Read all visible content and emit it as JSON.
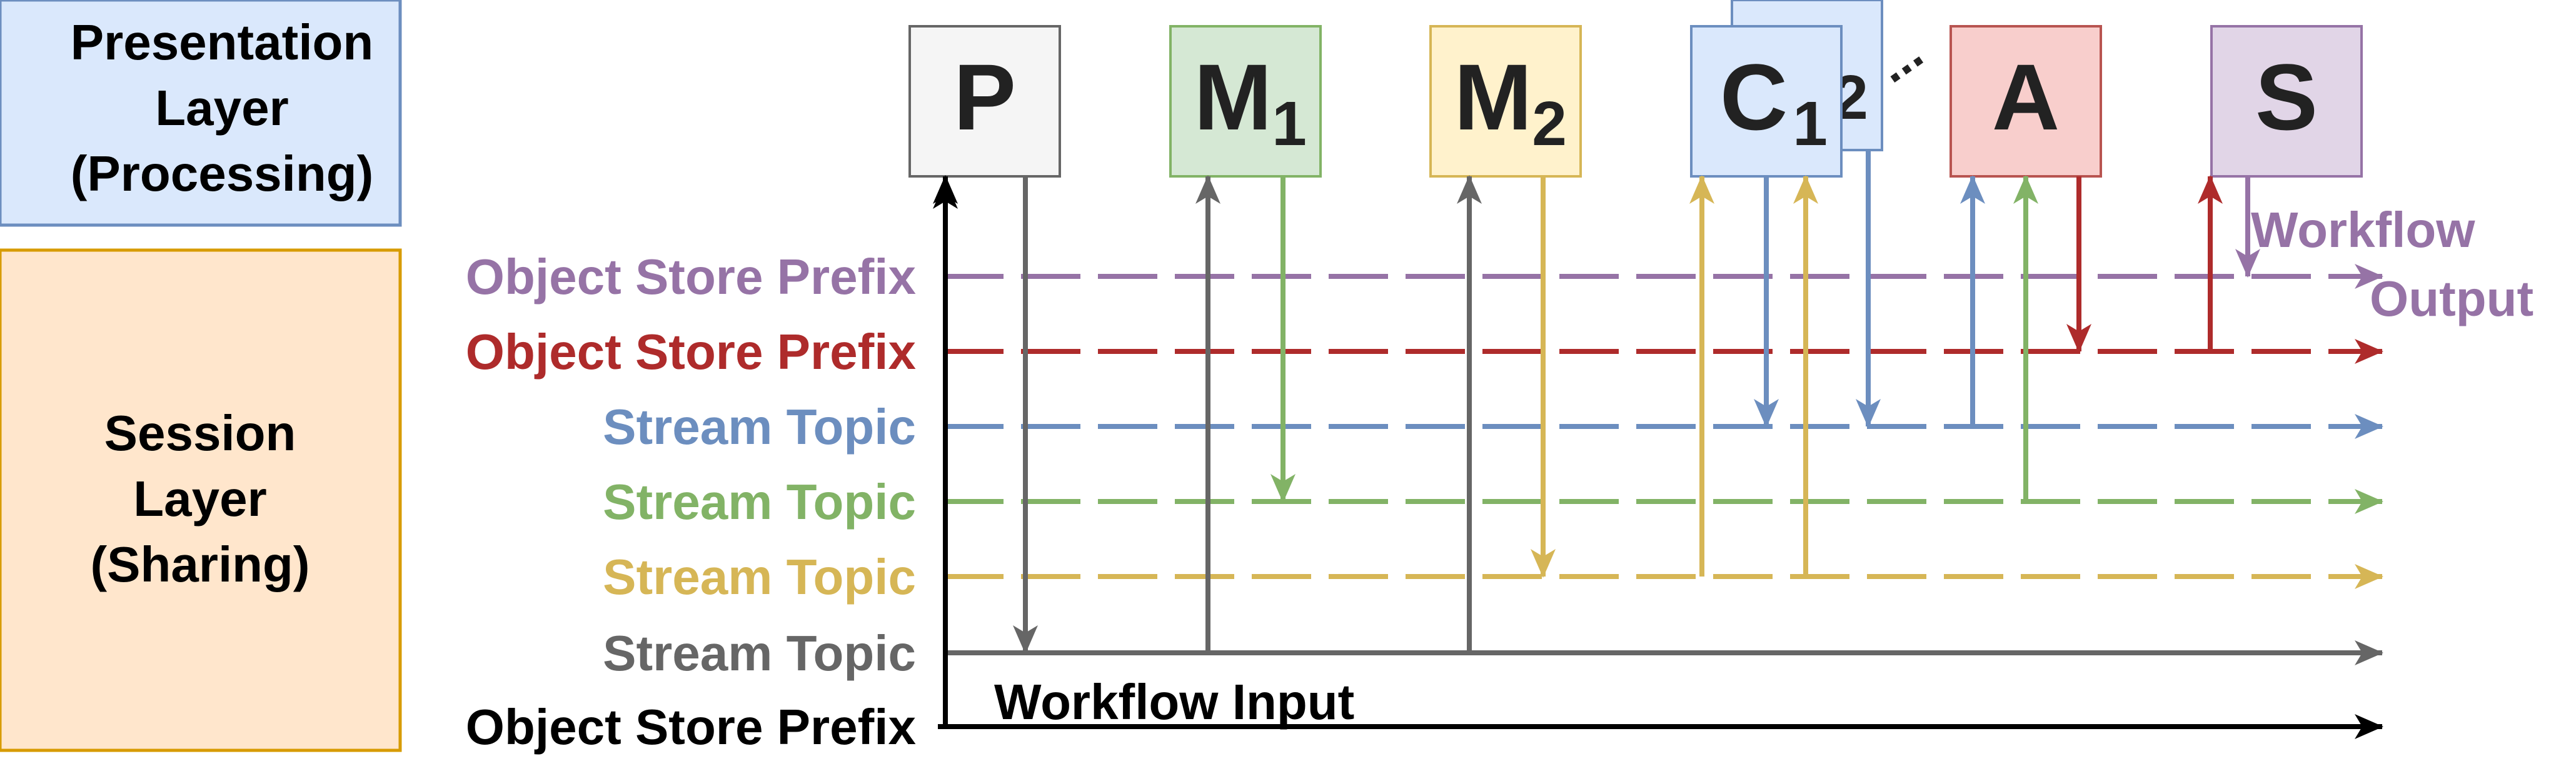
{
  "layers": {
    "presentation": {
      "line1": "Presentation",
      "line2": "Layer",
      "line3": "(Processing)"
    },
    "session": {
      "line1": "Session",
      "line2": "Layer",
      "line3": "(Sharing)"
    }
  },
  "channels": [
    {
      "id": "ch0",
      "label": "Object Store Prefix",
      "color": "#9673a6"
    },
    {
      "id": "ch1",
      "label": "Object Store Prefix",
      "color": "#ae2b2b"
    },
    {
      "id": "ch2",
      "label": "Stream Topic",
      "color": "#6c8ebf"
    },
    {
      "id": "ch3",
      "label": "Stream Topic",
      "color": "#82b366"
    },
    {
      "id": "ch4",
      "label": "Stream Topic",
      "color": "#d6b656"
    },
    {
      "id": "ch5",
      "label": "Stream Topic",
      "color": "#666666"
    },
    {
      "id": "ch6",
      "label": "Object Store Prefix",
      "color": "#000000"
    }
  ],
  "agents": [
    {
      "id": "P",
      "label": "P",
      "sub": "",
      "fill": "#f5f5f5",
      "stroke": "#666666"
    },
    {
      "id": "M1",
      "label": "M",
      "sub": "1",
      "fill": "#d5e8d4",
      "stroke": "#82b366"
    },
    {
      "id": "M2",
      "label": "M",
      "sub": "2",
      "fill": "#fff2cc",
      "stroke": "#d6b656"
    },
    {
      "id": "C2",
      "label": "C",
      "sub": "2",
      "fill": "#dae8fc",
      "stroke": "#6c8ebf"
    },
    {
      "id": "C1",
      "label": "C",
      "sub": "1",
      "fill": "#dae8fc",
      "stroke": "#6c8ebf"
    },
    {
      "id": "A",
      "label": "A",
      "sub": "",
      "fill": "#f8cecc",
      "stroke": "#b85450"
    },
    {
      "id": "S",
      "label": "S",
      "sub": "",
      "fill": "#e1d5e7",
      "stroke": "#9673a6"
    }
  ],
  "ellipsis": "...",
  "annotations": {
    "workflow_input": "Workflow Input",
    "workflow_output_line1": "Workflow",
    "workflow_output_line2": "Output"
  }
}
